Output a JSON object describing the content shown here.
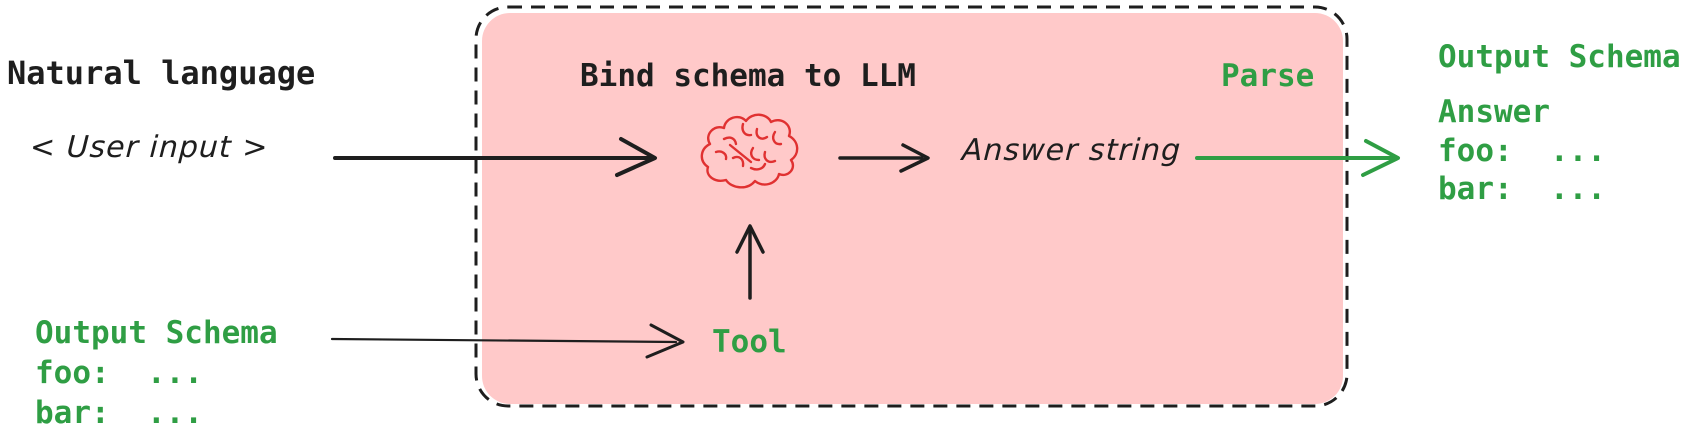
{
  "diagram": {
    "natural_language_label": "Natural language",
    "user_input_label": "< User input >",
    "input_schema": {
      "title": "Output Schema",
      "foo_line": "foo:  ...",
      "bar_line": "bar:  ..."
    },
    "llm_box": {
      "title": "Bind schema to LLM",
      "parse_label": "Parse",
      "tool_label": "Tool",
      "answer_string_label": "Answer string",
      "brain_icon": "brain-icon"
    },
    "output_schema": {
      "title": "Output Schema",
      "answer_label": "Answer",
      "foo_line": "foo:  ...",
      "bar_line": "bar:  ..."
    },
    "colors": {
      "box_fill": "#ffc9c9",
      "stroke_dark": "#1e1e1e",
      "accent_green": "#2f9e44",
      "accent_red": "#e03131"
    }
  }
}
